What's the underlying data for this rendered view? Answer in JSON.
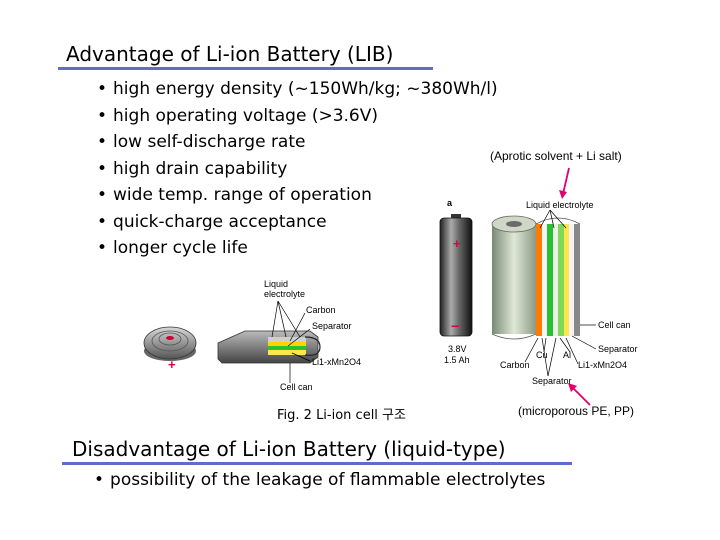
{
  "advantage": {
    "title": "Advantage of Li-ion Battery (LIB)",
    "items": [
      "high energy density (~150Wh/kg; ~380Wh/l)",
      "high operating voltage (>3.6V)",
      "low self-discharge rate",
      "high drain capability",
      "wide temp. range of operation",
      "quick-charge acceptance",
      "longer cycle life"
    ]
  },
  "figure": {
    "caption": "Fig. 2  Li-ion cell 구조",
    "aprotic_note": "(Aprotic solvent + Li salt)",
    "microporous_note": "(microporous PE, PP)",
    "coin_cell": {
      "plus": "+",
      "labels": {
        "liquid_electrolyte": "Liquid electrolyte",
        "carbon": "Carbon",
        "separator": "Separator",
        "cathode": "Li1-xMn2O4",
        "cell_can": "Cell can"
      }
    },
    "cylinder_cell": {
      "panel": "a",
      "plus": "+",
      "minus": "−",
      "voltage": "3.8V",
      "capacity": "1.5 Ah",
      "labels": {
        "liquid_electrolyte": "Liquid electrolyte",
        "cell_can": "Cell can",
        "separator_right": "Separator",
        "cathode": "Li1-xMn2O4",
        "al": "Al",
        "cu": "Cu",
        "carbon": "Carbon",
        "separator_bottom": "Separator"
      }
    }
  },
  "disadvantage": {
    "title": "Disadvantage of Li-ion Battery (liquid-type)",
    "items": [
      "possibility of the leakage of flammable electrolytes"
    ]
  },
  "colors": {
    "rule": "#5b6ecf",
    "accent_red": "#e0003c",
    "arrow_pink": "#e0006e"
  }
}
